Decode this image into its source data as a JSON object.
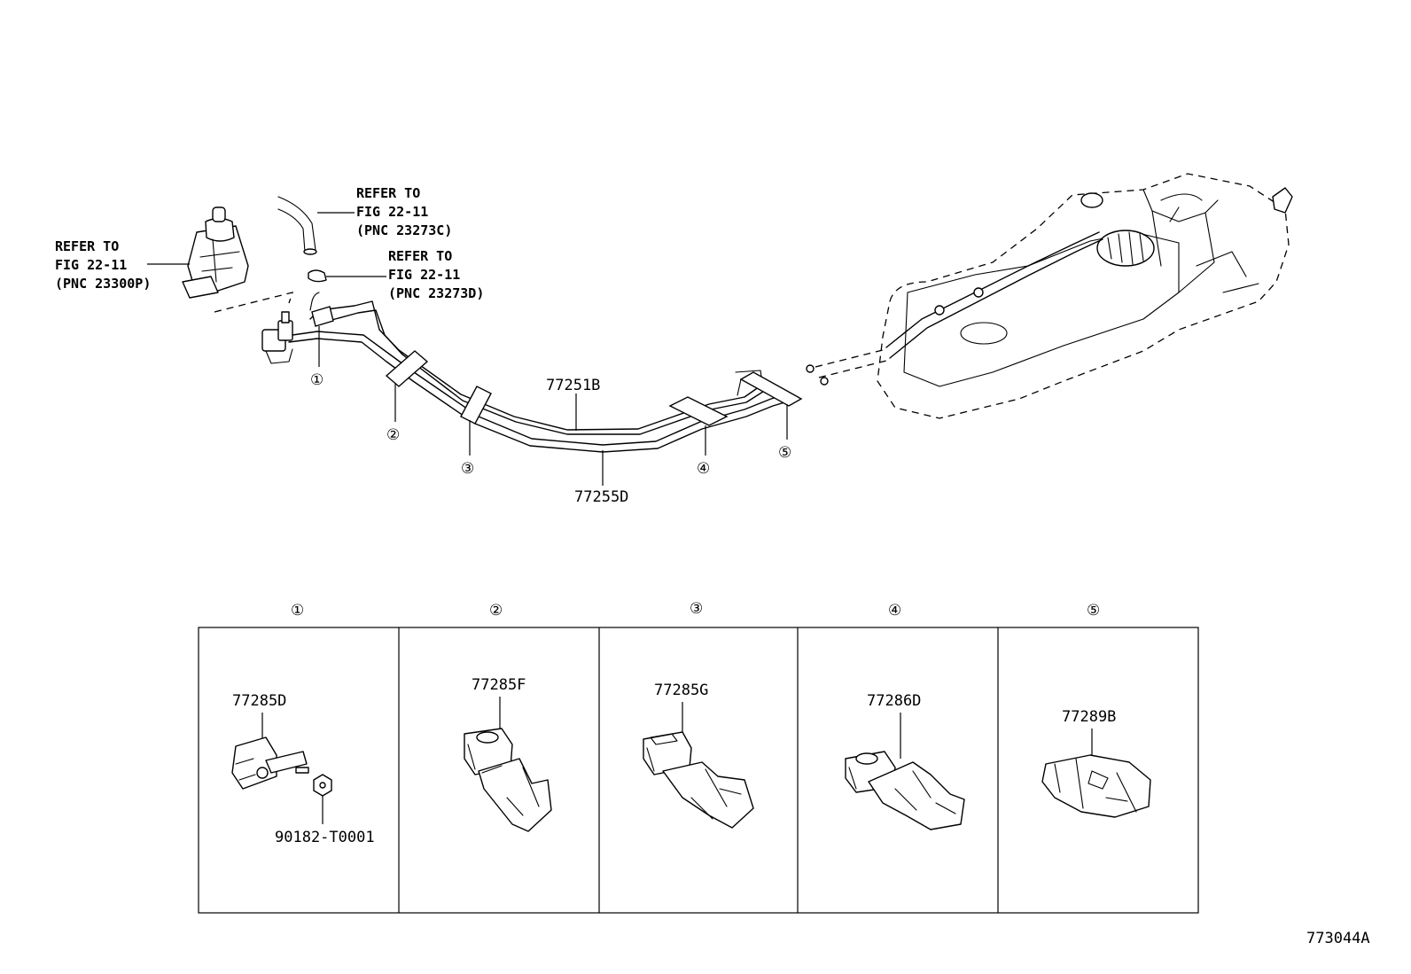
{
  "callouts": {
    "refer_left": [
      "REFER TO",
      "FIG 22-11",
      "(PNC 23300P)"
    ],
    "refer_top": [
      "REFER TO",
      "FIG 22-11",
      "(PNC 23273C)"
    ],
    "refer_mid": [
      "REFER TO",
      "FIG 22-11",
      "(PNC 23273D)"
    ],
    "part_upper_tube": "77251B",
    "part_lower_tube": "77255D"
  },
  "circled_numbers": [
    "①",
    "②",
    "③",
    "④",
    "⑤"
  ],
  "clamp_panels": [
    {
      "index": "①",
      "part": "77285D",
      "sub_part": "90182-T0001"
    },
    {
      "index": "②",
      "part": "77285F"
    },
    {
      "index": "③",
      "part": "77285G"
    },
    {
      "index": "④",
      "part": "77286D"
    },
    {
      "index": "⑤",
      "part": "77289B"
    }
  ],
  "figure_id": "773044A"
}
